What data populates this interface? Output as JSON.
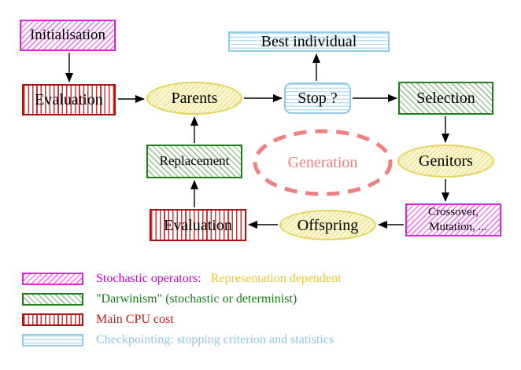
{
  "diagram": {
    "title_hint": "Evolutionary algorithm generation loop",
    "nodes": {
      "initialisation": {
        "label": "Initialisation",
        "pattern": "magenta-diagonal-hatch"
      },
      "evaluation_top": {
        "label": "Evaluation",
        "pattern": "red-vertical-stripes"
      },
      "parents": {
        "label": "Parents",
        "pattern": "yellow-diagonal-hatch"
      },
      "best_individual": {
        "label": "Best individual",
        "pattern": "cyan-horizontal-stripes"
      },
      "stop": {
        "label": "Stop ?",
        "pattern": "cyan-horizontal-stripes"
      },
      "selection": {
        "label": "Selection",
        "pattern": "green-diagonal-hatch"
      },
      "genitors": {
        "label": "Genitors",
        "pattern": "yellow-diagonal-hatch"
      },
      "crossover_mutation": {
        "line1": "Crossover,",
        "line2": "Mutation, ...",
        "pattern": "magenta-diagonal-hatch"
      },
      "offspring": {
        "label": "Offspring",
        "pattern": "yellow-diagonal-hatch"
      },
      "evaluation_bottom": {
        "label": "Evaluation",
        "pattern": "red-vertical-stripes"
      },
      "replacement": {
        "label": "Replacement",
        "pattern": "green-diagonal-hatch"
      },
      "generation": {
        "label": "Generation",
        "style": "dashed-salmon-ellipse"
      }
    }
  },
  "legend": {
    "items": [
      {
        "swatch": "magenta-diagonal-hatch",
        "text": "Stochastic operators:",
        "text2": "Representation dependent"
      },
      {
        "swatch": "green-diagonal-hatch",
        "text": "\"Darwinism\" (stochastic or determinist)"
      },
      {
        "swatch": "red-vertical-stripes",
        "text": "Main CPU cost"
      },
      {
        "swatch": "cyan-horizontal-stripes",
        "text": "Checkpointing: stopping criterion and statistics"
      }
    ]
  },
  "colors": {
    "magenta": "#dd22dd",
    "magenta_text": "#cc00cc",
    "gold_text": "#eec52e",
    "red": "#aa1111",
    "red_text": "#c31616",
    "green": "#1e7e1e",
    "green_text": "#157a15",
    "cyan": "#92cbe4",
    "cyan_text": "#90c6e6",
    "yellow": "#e5d55c",
    "salmon": "#f08080",
    "arrow": "#000000"
  }
}
